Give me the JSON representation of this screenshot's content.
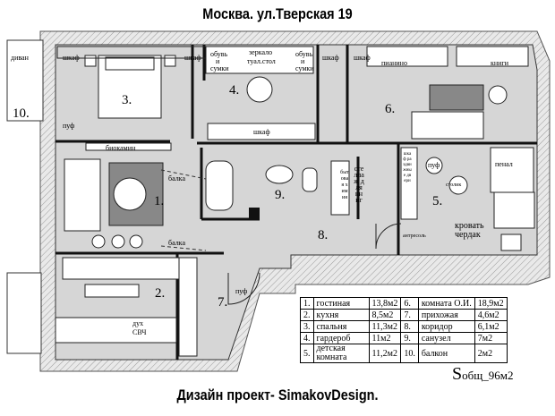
{
  "header": {
    "title": "Москва. ул.Тверская 19"
  },
  "footer": {
    "title": "Дизайн проект- SimakovDesign."
  },
  "rooms": [
    {
      "num": "1.",
      "name": "гостиная",
      "area": "13,8м2"
    },
    {
      "num": "2.",
      "name": "кухня",
      "area": "8,5м2"
    },
    {
      "num": "3.",
      "name": "спальня",
      "area": "11,3м2"
    },
    {
      "num": "4.",
      "name": "гардероб",
      "area": "11м2"
    },
    {
      "num": "5.",
      "name": "детская комната",
      "area": "11,2м2"
    },
    {
      "num": "6.",
      "name": "комната О.И.",
      "area": "18,9м2"
    },
    {
      "num": "7.",
      "name": "прихожая",
      "area": "4,6м2"
    },
    {
      "num": "8.",
      "name": "коридор",
      "area": "6,1м2"
    },
    {
      "num": "9.",
      "name": "санузел",
      "area": "7м2"
    },
    {
      "num": "10.",
      "name": "балкон",
      "area": "2м2"
    }
  ],
  "total": {
    "prefix": "S",
    "text": "общ_96м2"
  },
  "furniture_labels": {
    "divan": "диван",
    "shkaf1": "шкаф",
    "shkaf2": "шкаф",
    "shkaf3": "шкаф",
    "shkaf4": "шкаф",
    "shkaf_gard": "шкаф",
    "obuv1_a": "обувь",
    "obuv1_b": "и",
    "obuv1_c": "сумки",
    "zerkalo_a": "зеркало",
    "zerkalo_b": "туал.стол",
    "obuv2_a": "обувь",
    "obuv2_b": "и",
    "obuv2_c": "сумки",
    "pianino": "пианино",
    "knigi": "книги",
    "puf1": "пуф",
    "puf2": "пуф",
    "puf3": "пуф",
    "biokamin": "биокамин",
    "balka1": "балка",
    "balka2": "балка",
    "stelazh": "стеллаж для книг",
    "bytovaya": "бытовая химия",
    "penal": "пенал",
    "stolik": "столик",
    "shkaf_kid": "шкаф раздвижные двери",
    "antresol": "антресоль",
    "krovat_a": "кровать",
    "krovat_b": "чердак",
    "dukh_a": "дух",
    "dukh_b": "СВЧ"
  }
}
